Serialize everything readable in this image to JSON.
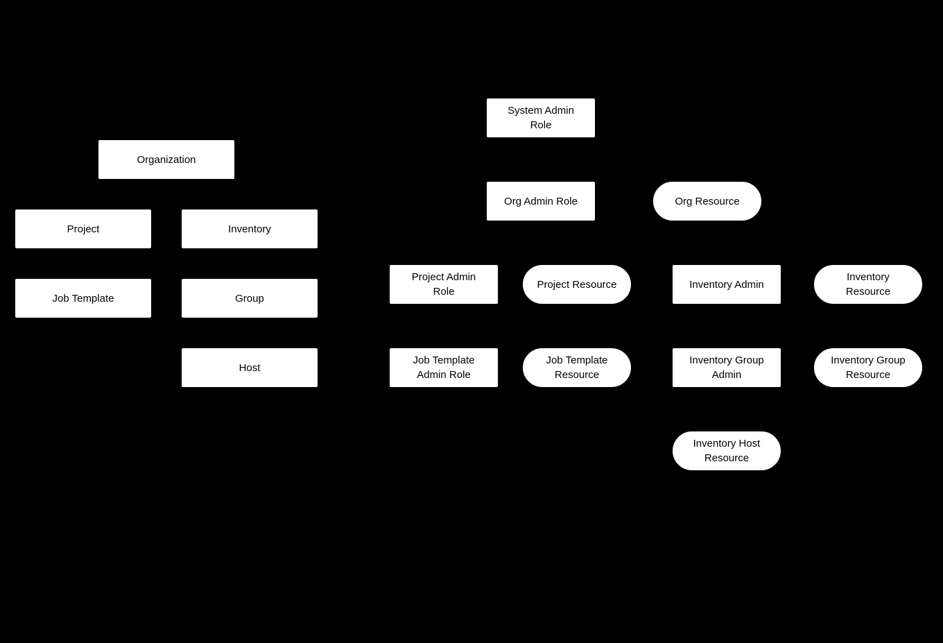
{
  "diagram": {
    "title": "Organization and RBAC roles diagram",
    "background_color": "#000000",
    "node_fill_color": "#ffffff",
    "node_text_color": "#000000",
    "nodes": [
      {
        "id": "organization",
        "label": "Organization",
        "shape": "rect"
      },
      {
        "id": "project",
        "label": "Project",
        "shape": "rect"
      },
      {
        "id": "inventory",
        "label": "Inventory",
        "shape": "rect"
      },
      {
        "id": "job-template",
        "label": "Job Template",
        "shape": "rect"
      },
      {
        "id": "group",
        "label": "Group",
        "shape": "rect"
      },
      {
        "id": "host",
        "label": "Host",
        "shape": "rect"
      },
      {
        "id": "system-admin-role",
        "label": "System Admin\nRole",
        "shape": "rect"
      },
      {
        "id": "org-admin-role",
        "label": "Org Admin Role",
        "shape": "rect"
      },
      {
        "id": "org-resource",
        "label": "Org Resource",
        "shape": "stadium"
      },
      {
        "id": "project-admin-role",
        "label": "Project Admin\nRole",
        "shape": "rect"
      },
      {
        "id": "project-resource",
        "label": "Project Resource",
        "shape": "stadium"
      },
      {
        "id": "inventory-admin",
        "label": "Inventory Admin",
        "shape": "rect"
      },
      {
        "id": "inventory-resource",
        "label": "Inventory\nResource",
        "shape": "stadium"
      },
      {
        "id": "job-template-admin-role",
        "label": "Job Template\nAdmin Role",
        "shape": "rect"
      },
      {
        "id": "job-template-resource",
        "label": "Job Template\nResource",
        "shape": "stadium"
      },
      {
        "id": "inventory-group-admin",
        "label": "Inventory Group\nAdmin",
        "shape": "rect"
      },
      {
        "id": "inventory-group-resource",
        "label": "Inventory Group\nResource",
        "shape": "stadium"
      },
      {
        "id": "inventory-host-resource",
        "label": "Inventory Host\nResource",
        "shape": "stadium"
      }
    ]
  }
}
